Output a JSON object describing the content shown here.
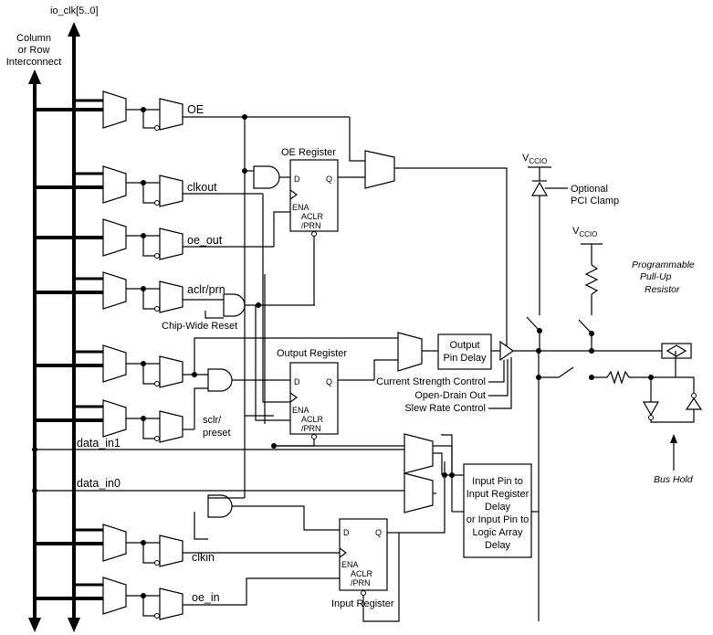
{
  "bus": {
    "io_clk": "io_clk[5..0]",
    "interconnect": [
      "Column",
      "or Row",
      "Interconnect"
    ]
  },
  "signals": {
    "oe": "OE",
    "clkout": "clkout",
    "oe_out": "oe_out",
    "aclr_prn": "aclr/prn",
    "chip_wide_reset": "Chip-Wide Reset",
    "sclr": "sclr/",
    "preset": "preset",
    "data_in1": "data_in1",
    "data_in0": "data_in0",
    "clkin": "clkin",
    "oe_in": "oe_in"
  },
  "registers": {
    "oe": {
      "title": "OE Register",
      "d": "D",
      "q": "Q",
      "ena": "ENA",
      "aclr": "ACLR",
      "prn": "/PRN"
    },
    "output": {
      "title": "Output Register",
      "d": "D",
      "q": "Q",
      "ena": "ENA",
      "aclr": "ACLR",
      "prn": "/PRN"
    },
    "input": {
      "title": "Input Register",
      "d": "D",
      "q": "Q",
      "ena": "ENA",
      "aclr": "ACLR",
      "prn": "/PRN"
    }
  },
  "output_delay": [
    "Output",
    "Pin Delay"
  ],
  "controls": {
    "current_strength": "Current Strength Control",
    "open_drain": "Open-Drain Out",
    "slew_rate": "Slew Rate Control"
  },
  "vccio": {
    "v": "V",
    "sub": "CCIO"
  },
  "pci_clamp": [
    "Optional",
    "PCI Clamp"
  ],
  "pullup": [
    "Programmable",
    "Pull-Up",
    "Resistor"
  ],
  "input_delay": [
    "Input Pin to",
    "Input Register",
    "Delay",
    "or Input Pin to",
    "Logic Array",
    "Delay"
  ],
  "bus_hold": "Bus Hold"
}
